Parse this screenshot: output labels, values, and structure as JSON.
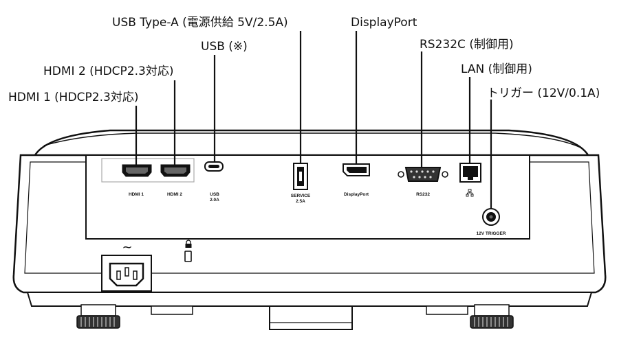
{
  "callouts": {
    "usb_type_a": "USB Type-A (電源供給 5V/2.5A)",
    "displayport": "DisplayPort",
    "usb": "USB (※)",
    "rs232c": "RS232C (制御用)",
    "hdmi2": "HDMI 2 (HDCP2.3対応)",
    "lan": "LAN (制御用)",
    "hdmi1": "HDMI 1 (HDCP2.3対応)",
    "trigger": "トリガー (12V/0.1A)"
  },
  "panel_labels": {
    "hdmi1": "HDMI 1",
    "hdmi2": "HDMI 2",
    "usb_line1": "USB",
    "usb_line2": "2.0A",
    "service_line1": "SERVICE",
    "service_line2": "2.5A",
    "displayport": "DisplayPort",
    "rs232": "RS232",
    "trigger": "12V TRIGGER"
  },
  "icons": {
    "ac_symbol": "~",
    "lock": "kensington-lock-icon",
    "lan": "network-icon",
    "power": "ac-power-inlet-icon"
  }
}
